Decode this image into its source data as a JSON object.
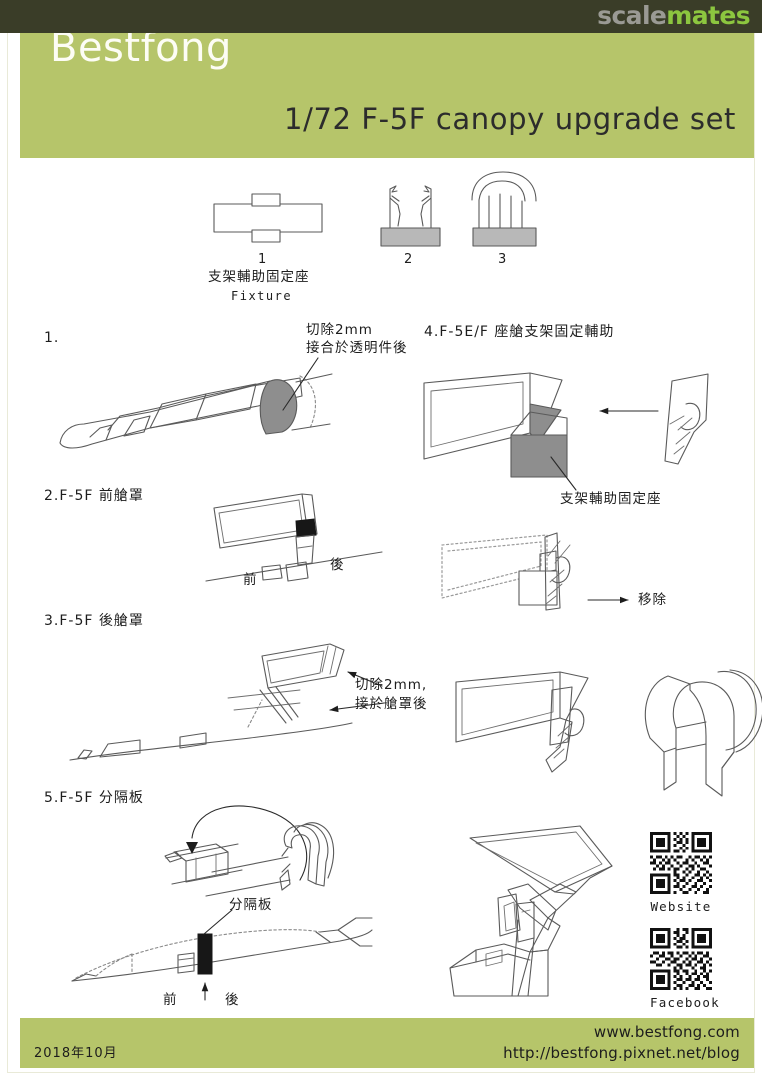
{
  "watermark": {
    "part1": "scale",
    "part2": "mates",
    "bar_color": "#3a3d28",
    "scale_color": "#9a9a94",
    "mates_color": "#8cc63f"
  },
  "header": {
    "brand": "Bestfong",
    "title": "1/72 F-5F canopy upgrade set",
    "band_color": "#b6c56a",
    "brand_color": "#fdfdf5",
    "title_color": "#2c2c2c"
  },
  "parts": [
    {
      "number": "1",
      "name_cjk": "支架輔助固定座",
      "name_en": "Fixture"
    },
    {
      "number": "2",
      "name_cjk": "",
      "name_en": ""
    },
    {
      "number": "3",
      "name_cjk": "",
      "name_en": ""
    }
  ],
  "steps": [
    {
      "id": "1",
      "heading": "1.",
      "notes": [
        {
          "line1": "切除2mm",
          "line2": "接合於透明件後"
        }
      ]
    },
    {
      "id": "4",
      "heading": "4.F-5E/F 座艙支架固定輔助",
      "notes": [
        {
          "line1": "支架輔助固定座",
          "line2": ""
        }
      ]
    },
    {
      "id": "2",
      "heading": "2.F-5F 前艙罩",
      "notes": [
        {
          "line1": "前",
          "line2": "後"
        }
      ]
    },
    {
      "id": "3",
      "heading": "3.F-5F 後艙罩",
      "notes": [
        {
          "line1": "切除2mm,",
          "line2": "接於艙罩後"
        }
      ]
    },
    {
      "id": "5",
      "heading": "5.F-5F 分隔板",
      "notes": [
        {
          "line1": "分隔板",
          "line2": ""
        },
        {
          "line1": "前",
          "line2": "後"
        }
      ]
    }
  ],
  "annotations": {
    "remove": "移除",
    "cut_2mm_a_line1": "切除2mm",
    "cut_2mm_a_line2": "接合於透明件後",
    "cut_2mm_b_line1": "切除2mm,",
    "cut_2mm_b_line2": "接於艙罩後",
    "fixture_seat": "支架輔助固定座",
    "divider_plate": "分隔板",
    "front": "前",
    "rear": "後"
  },
  "qr_codes": [
    {
      "label": "Website"
    },
    {
      "label": "Facebook"
    }
  ],
  "footer": {
    "date": "2018年10月",
    "website": "www.bestfong.com",
    "blog": "http://bestfong.pixnet.net/blog",
    "band_color": "#b6c56a"
  }
}
